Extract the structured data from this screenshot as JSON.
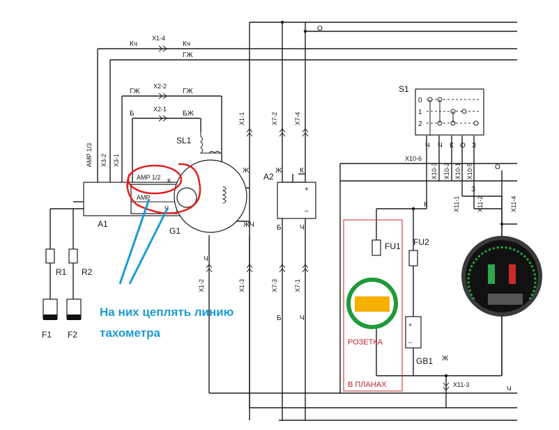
{
  "components": {
    "a1": "A1",
    "a2": "A2",
    "g1": "G1",
    "sl1": "SL1",
    "s1": "S1",
    "fu1": "FU1",
    "fu2": "FU2",
    "gb1": "GB1",
    "r1": "R1",
    "r2": "R2",
    "f1": "F1",
    "f2": "F2"
  },
  "a1_terminals": {
    "amp12": "AMP 1/2",
    "amp_lower": "AMP",
    "k": "К",
    "ch": "Ч"
  },
  "a2_terminals": {
    "plus": "+",
    "minus": "–"
  },
  "s1_positions": [
    "0",
    "1",
    "2"
  ],
  "connectors": {
    "x1_4": "X1-4",
    "x2_2": "X2-2",
    "x2_1": "X2-1",
    "x1_1": "X1-1",
    "x7_2": "X7-2",
    "x7_4": "X7-4",
    "x3_2": "X3-2",
    "x3_1": "X3-1",
    "amp13": "AMP 1/3",
    "x1_2": "X1-2",
    "x1_3": "X1-3",
    "x7_3": "X7-3",
    "x7_1": "X7-1",
    "x10_6": "X10-6",
    "x10_3": "X10-3",
    "x10_2": "X10-2",
    "x10_1": "X10-1",
    "x10_5": "X10-5",
    "x11_1": "X11-1",
    "x11_2": "X11-2",
    "x11_4": "X11-4",
    "x11_3": "X11-3"
  },
  "wire_labels": {
    "kch": "Кч",
    "gzh": "ГЖ",
    "b": "Б",
    "bzh": "БЖ",
    "o": "О",
    "zh": "Ж",
    "k": "К",
    "zhch": "ЖЧ",
    "ch": "Ч",
    "z": "З"
  },
  "panel": {
    "socket_label": "РОЗЕТКА",
    "planned_label": "В ПЛАНАХ"
  },
  "annotation": {
    "line1": "На них цеплять линию",
    "line2": "тахометра"
  },
  "colors": {
    "annotation_blue": "#1b9ad6",
    "highlight_red": "#e02020",
    "socket_green": "#1e9b3c",
    "socket_amber": "#f5b000",
    "box_red": "#c0262d"
  }
}
